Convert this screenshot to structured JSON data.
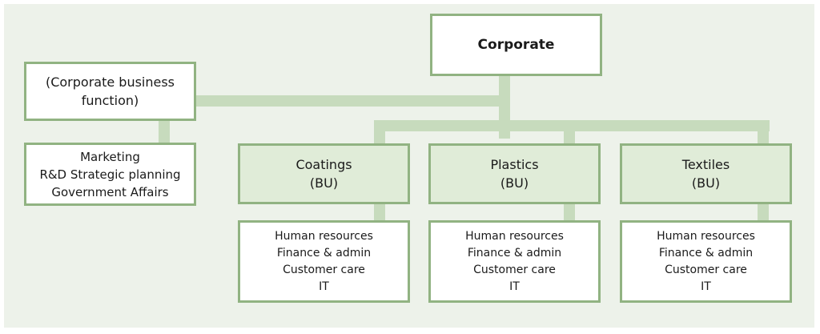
{
  "corporate": {
    "label": "Corporate"
  },
  "corporate_function": {
    "lines": [
      "(Corporate business",
      "function)"
    ],
    "functions": [
      "Marketing",
      "R&D Strategic planning",
      "Government Affairs"
    ]
  },
  "business_units": [
    {
      "name": "Coatings",
      "tag": "(BU)",
      "departments": [
        "Human resources",
        "Finance & admin",
        "Customer care",
        "IT"
      ]
    },
    {
      "name": "Plastics",
      "tag": "(BU)",
      "departments": [
        "Human resources",
        "Finance & admin",
        "Customer care",
        "IT"
      ]
    },
    {
      "name": "Textiles",
      "tag": "(BU)",
      "departments": [
        "Human resources",
        "Finance & admin",
        "Customer care",
        "IT"
      ]
    }
  ],
  "colors": {
    "background": "#edf2ea",
    "border": "#91b382",
    "connector": "#c7dbbd",
    "bu_fill": "#e0ecd8"
  }
}
